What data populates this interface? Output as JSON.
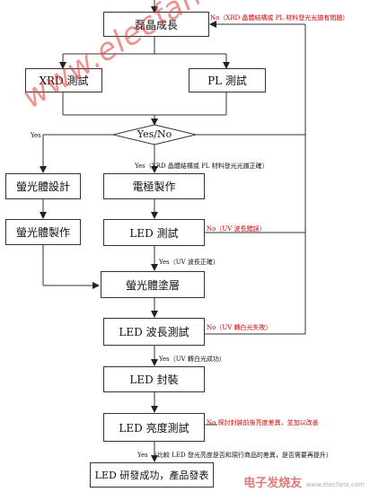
{
  "nodes": {
    "epitaxy": "磊晶成長",
    "xrd": "XRD 測試",
    "pl": "PL 測試",
    "decision": "Yes/No",
    "phosphor_design": "螢光體設計",
    "electrode": "電極製作",
    "phosphor_make": "螢光體製作",
    "led_test": "LED 測試",
    "phosphor_coat": "螢光體塗層",
    "wavelength_test": "LED 波長測試",
    "package": "LED 封裝",
    "brightness_test": "LED 亮度測試",
    "release": "LED 研發成功，產品發表"
  },
  "labels": {
    "no_epi": "No（XRD 晶體結構或 PL 材料發光光譜有問題）",
    "yes_left": "Yes",
    "yes_xrd": "Yes（XRD 晶體結構或 PL 材料發光光譜正確）",
    "no_uv": "No（UV 波長錯誤）",
    "yes_uv": "Yes（UV 波長正確）",
    "no_white": "No（UV 轉白光失敗）",
    "yes_white": "Yes（UV 轉白光成功）",
    "no_bright": "No 探討封裝前後亮度差異，並加以改善",
    "yes_final": "Yes",
    "final_note": "（比較 LED 發光亮度是否和現行商品的差異，是否需要再提升）"
  },
  "watermark": {
    "site": "www.elecfans.com",
    "corner": "电子发烧友",
    "corner_url": "www.elecfans.com"
  },
  "colors": {
    "line": "#333333",
    "no_text": "#d40000"
  }
}
